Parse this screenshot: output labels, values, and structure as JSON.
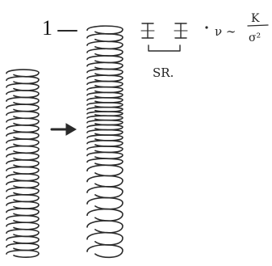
{
  "figure": {
    "marker_label": "1",
    "spacing_label": "SR.",
    "formula_lhs": "ν ∼",
    "formula_numerator": "K",
    "formula_denominator": "σ²"
  },
  "springs": [
    {
      "name": "relaxed-spring",
      "coils": 27
    },
    {
      "name": "perturbed-spring",
      "coils": 32
    }
  ],
  "colors": {
    "ink": "#2a2a2a",
    "background": "#ffffff"
  },
  "icons": {
    "transition_arrow": "arrow-right-icon"
  }
}
